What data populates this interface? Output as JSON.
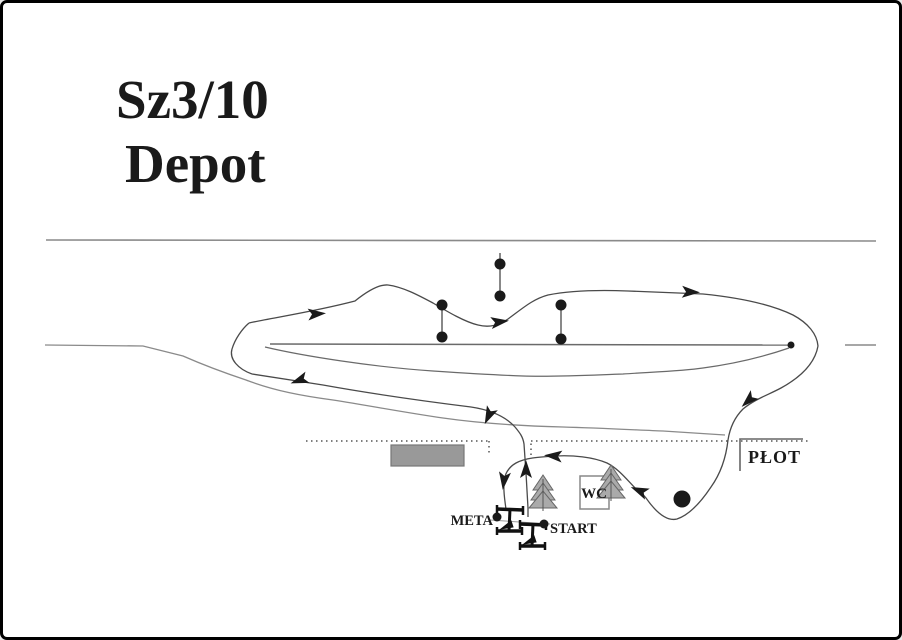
{
  "title": {
    "line1": "Sz3/10",
    "line2": "Depot"
  },
  "labels": {
    "meta": "META",
    "start": "START",
    "wc": "WC",
    "fence": "PŁOT"
  },
  "colors": {
    "ink": "#1a1a1a",
    "course_line": "#4a4a4a",
    "terrain_line": "#8a8a8a",
    "mid_track_line": "#6a6a6a",
    "building_fill": "#999999",
    "tree_fill": "#aaaaaa",
    "background": "#ffffff",
    "border": "#000000"
  }
}
